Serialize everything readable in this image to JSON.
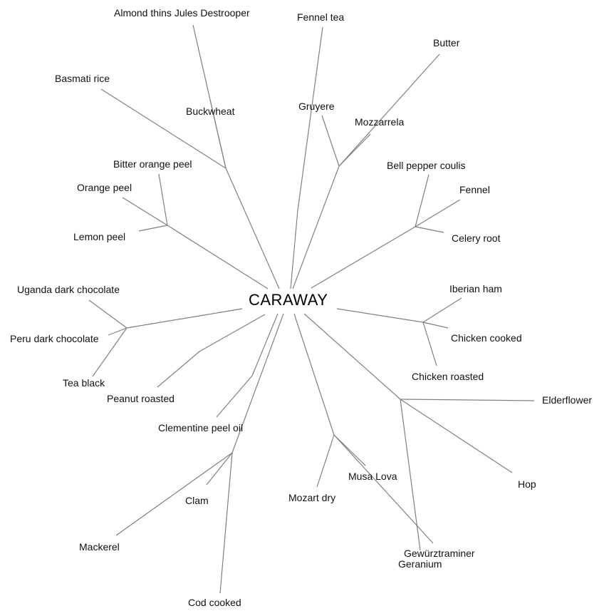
{
  "center": "CARAWAY",
  "groups": [
    {
      "leaves": [
        "Almond thins Jules Destrooper",
        "Buckwheat",
        "Basmati rice"
      ]
    },
    {
      "leaves": [
        "Fennel tea"
      ]
    },
    {
      "leaves": [
        "Gruyere",
        "Butter",
        "Mozzarrela"
      ]
    },
    {
      "leaves": [
        "Bell pepper coulis",
        "Fennel",
        "Celery root"
      ]
    },
    {
      "leaves": [
        "Bitter orange peel",
        "Orange peel",
        "Lemon peel"
      ]
    },
    {
      "leaves": [
        "Uganda dark chocolate",
        "Peru dark chocolate",
        "Tea black"
      ]
    },
    {
      "leaves": [
        "Peanut roasted"
      ]
    },
    {
      "leaves": [
        "Clementine peel oil"
      ]
    },
    {
      "leaves": [
        "Clam",
        "Mackerel",
        "Cod cooked"
      ]
    },
    {
      "leaves": [
        "Mozart dry",
        "Musa Lova",
        "Gewürztraminer"
      ]
    },
    {
      "leaves": [
        "Iberian ham",
        "Chicken cooked",
        "Chicken roasted"
      ]
    },
    {
      "leaves": [
        "Elderflower",
        "Hop",
        "Geranium"
      ]
    }
  ]
}
